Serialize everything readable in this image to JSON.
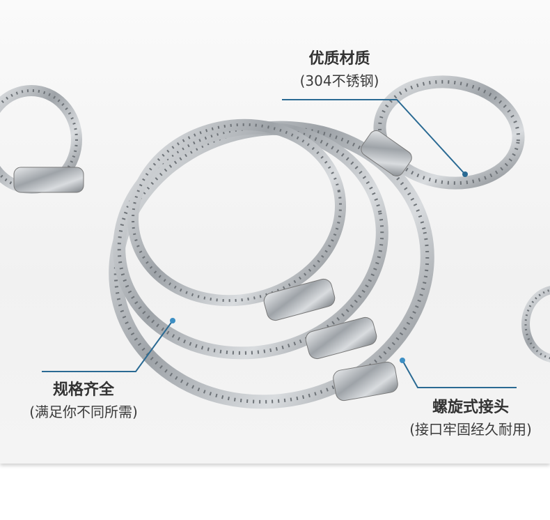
{
  "callouts": {
    "material": {
      "title": "优质材质",
      "subtitle": "(304不锈钢)"
    },
    "sizes": {
      "title": "规格齐全",
      "subtitle": "(满足你不同所需)"
    },
    "joint": {
      "title": "螺旋式接头",
      "subtitle": "(接口牢固经久耐用)"
    }
  },
  "colors": {
    "callout_line": "#2a6a93",
    "text": "#333333",
    "steel": "#a9adb2"
  }
}
